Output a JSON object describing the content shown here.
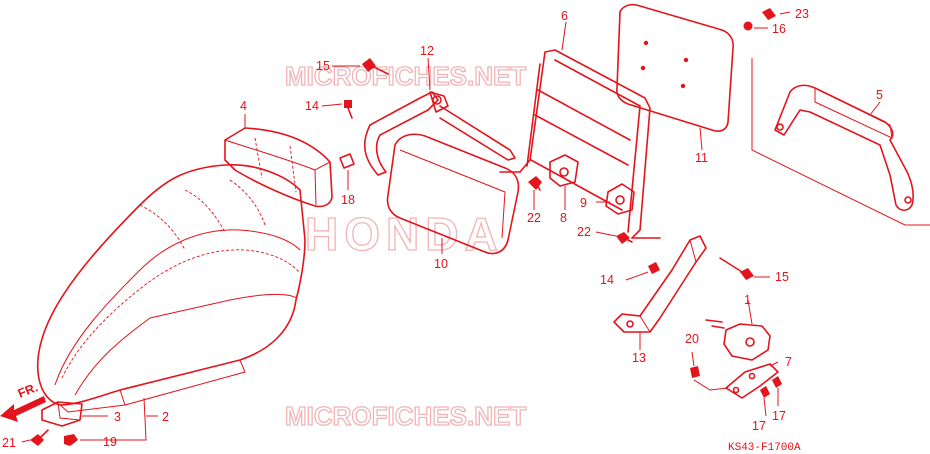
{
  "watermarks": [
    "MICROFICHES.NET",
    "HONDA",
    "MICROFICHES.NET"
  ],
  "front_label": "FR.",
  "diagram_code": "KS43-F1700A",
  "callouts": {
    "c1": "1",
    "c2": "2",
    "c3": "3",
    "c4": "4",
    "c5": "5",
    "c6": "6",
    "c7": "7",
    "c8": "8",
    "c9": "9",
    "c10": "10",
    "c11": "11",
    "c12": "12",
    "c13": "13",
    "c14a": "14",
    "c14b": "14",
    "c15a": "15",
    "c15b": "15",
    "c16": "16",
    "c17a": "17",
    "c17b": "17",
    "c18": "18",
    "c19": "19",
    "c20": "20",
    "c21": "21",
    "c22a": "22",
    "c22b": "22",
    "c23": "23"
  },
  "colors": {
    "line": "#e3141b",
    "watermark": "#f2b4b6",
    "background": "#ffffff"
  }
}
